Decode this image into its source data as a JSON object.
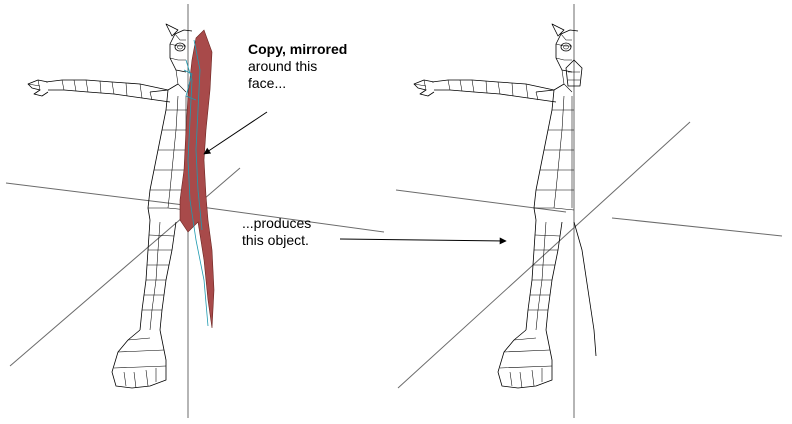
{
  "annotations": {
    "copy": {
      "bold": "Copy, mirrored",
      "lines": [
        "around this",
        "face..."
      ]
    },
    "produces": {
      "lines": [
        "...produces",
        "this object."
      ]
    }
  },
  "colors": {
    "background": "#ffffff",
    "mesh": "#000000",
    "axis": "#6b6b6b",
    "mirror_face": "#a84a4a",
    "mirror_edge": "#1e9ab0"
  }
}
